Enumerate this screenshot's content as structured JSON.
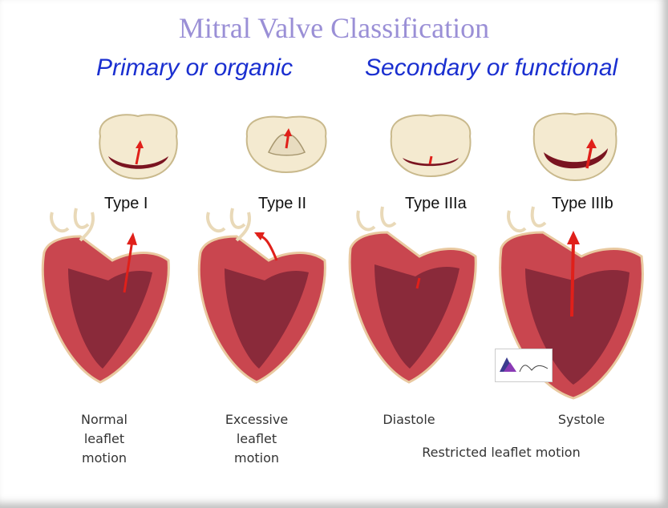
{
  "title": "Mitral Valve Classification",
  "subtitles": {
    "primary": "Primary or organic",
    "secondary": "Secondary or functional"
  },
  "panels": [
    {
      "type_label": "Type I",
      "caption": [
        "Normal",
        "leaflet",
        "motion"
      ]
    },
    {
      "type_label": "Type II",
      "caption": [
        "Excessive",
        "leaflet",
        "motion"
      ]
    },
    {
      "type_label": "Type IIIa",
      "caption": [
        "Diastole"
      ]
    },
    {
      "type_label": "Type IIIb",
      "caption": [
        "Systole"
      ]
    }
  ],
  "group_caption": "Restricted leaflet motion",
  "colors": {
    "title": "#9a8fd6",
    "subtitle": "#1a2fd0",
    "myocardium": "#c9464f",
    "arrow": "#e0201a"
  }
}
